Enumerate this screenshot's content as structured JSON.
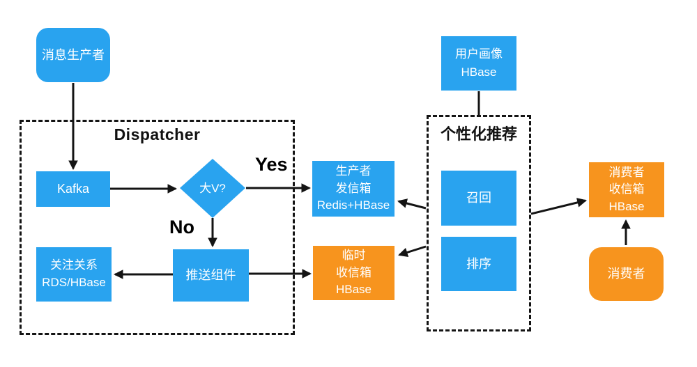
{
  "colors": {
    "node_blue": "#29a3ef",
    "node_orange": "#f7941e",
    "line_black": "#141414",
    "text_white": "#ffffff"
  },
  "groups": {
    "dispatcher": {
      "title": "Dispatcher"
    },
    "personalization": {
      "title": "个性化推荐"
    }
  },
  "nodes": {
    "msg_producer": {
      "label": "消息生产者"
    },
    "kafka": {
      "label": "Kafka"
    },
    "big_v_decision": {
      "label": "大V?"
    },
    "producer_outbox": {
      "label": "生产者\n发信箱\nRedis+HBase"
    },
    "follow_relation": {
      "label": "关注关系\nRDS/HBase"
    },
    "push_component": {
      "label": "推送组件"
    },
    "temp_inbox": {
      "label": "临时\n收信箱\nHBase"
    },
    "user_profile": {
      "label": "用户画像\nHBase"
    },
    "recall": {
      "label": "召回"
    },
    "rank": {
      "label": "排序"
    },
    "consumer_inbox": {
      "label": "消费者\n收信箱\nHBase"
    },
    "consumer": {
      "label": "消费者"
    }
  },
  "edge_labels": {
    "yes": "Yes",
    "no": "No"
  }
}
